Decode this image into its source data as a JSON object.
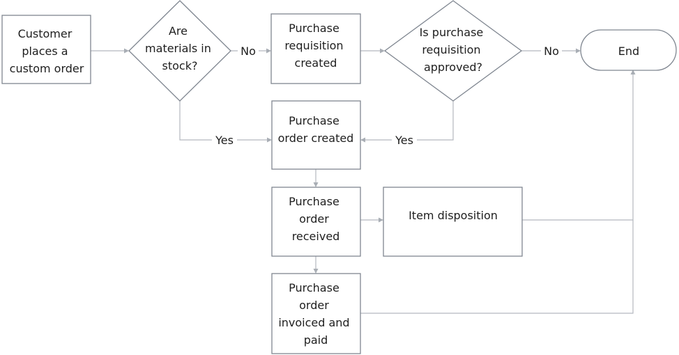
{
  "nodes": {
    "customer_order": {
      "lines": [
        "Customer",
        "places a",
        "custom order"
      ]
    },
    "materials_in_stock": {
      "lines": [
        "Are",
        "materials in",
        "stock?"
      ]
    },
    "requisition_created": {
      "lines": [
        "Purchase",
        "requisition",
        "created"
      ]
    },
    "requisition_approved": {
      "lines": [
        "Is purchase",
        "requisition",
        "approved?"
      ]
    },
    "end": {
      "lines": [
        "End"
      ]
    },
    "po_created": {
      "lines": [
        "Purchase",
        "order created"
      ]
    },
    "po_received": {
      "lines": [
        "Purchase",
        "order",
        "received"
      ]
    },
    "item_disposition": {
      "lines": [
        "Item disposition"
      ]
    },
    "po_invoiced": {
      "lines": [
        "Purchase",
        "order",
        "invoiced and",
        "paid"
      ]
    }
  },
  "edges": {
    "stock_no": "No",
    "stock_yes": "Yes",
    "approved_no": "No",
    "approved_yes": "Yes"
  },
  "colors": {
    "shape_stroke": "#7f8690",
    "connector": "#b3b8bf",
    "text": "#1e1e1e"
  }
}
